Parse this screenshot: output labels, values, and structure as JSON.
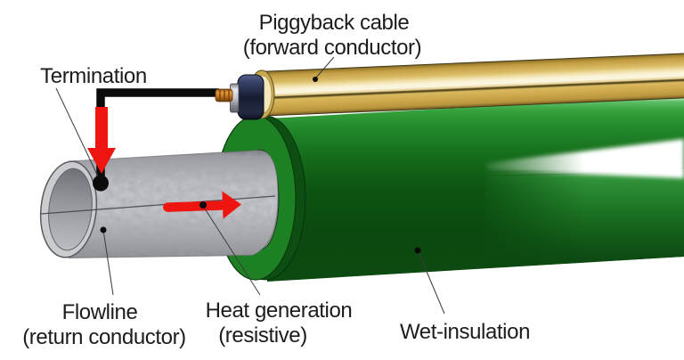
{
  "figure": {
    "type": "technical-diagram",
    "description": "3D illustration of a heat-traced subsea flowline: gold piggyback cable (forward conductor) terminated onto a gray flowline (return conductor) inside green wet-insulation",
    "background": "#FFFFFF",
    "labels": {
      "piggyback": {
        "line1": "Piggyback cable",
        "line2": "(forward conductor)"
      },
      "termination": {
        "line1": "Termination"
      },
      "flowline": {
        "line1": "Flowline",
        "line2": "(return conductor)"
      },
      "heat": {
        "line1": "Heat generation",
        "line2": "(resistive)"
      },
      "wet_insulation": {
        "line1": "Wet-insulation"
      }
    },
    "arrows": {
      "termination_current": "down",
      "flowline_current": "right"
    },
    "colors": {
      "gold_cable": "#D3AE55",
      "gold_highlight": "#FBF6E2",
      "insulation_green": "#1D7F24",
      "insulation_green_dark": "#0C4A11",
      "flowline_gray": "#C2C3C8",
      "arrow_red": "#EE1511",
      "cable_black": "#0B0B0B",
      "connector_navy": "#232B42",
      "connector_copper": "#CD7F28",
      "connector_silver": "#DADBE0",
      "leader_line": "#3B3B3B",
      "text": "#1C1C1C"
    }
  }
}
